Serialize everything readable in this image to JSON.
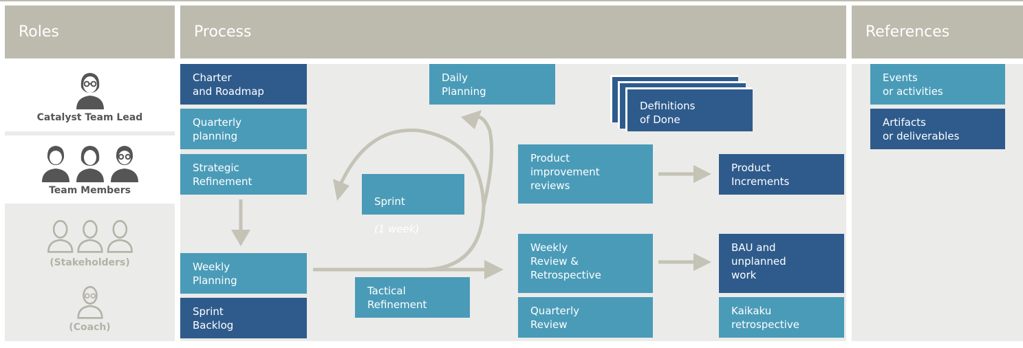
{
  "headers": {
    "roles": "Roles",
    "process": "Process",
    "references": "References"
  },
  "roles": [
    {
      "name": "Catalyst Team Lead"
    },
    {
      "name": "Team Members"
    },
    {
      "name": "(Stakeholders)"
    },
    {
      "name": "(Coach)"
    }
  ],
  "process": {
    "charter": "Charter\nand Roadmap",
    "quarterly_planning": "Quarterly\nplanning",
    "strategic_refinement": "Strategic\nRefinement",
    "weekly_planning": "Weekly\nPlanning",
    "sprint_backlog": "Sprint\nBacklog",
    "daily_planning": "Daily\nPlanning",
    "sprint_title": "Sprint",
    "sprint_duration": "(1 week)",
    "tactical_refinement": "Tactical\nRefinement",
    "definitions_of_done": "Definitions\nof Done",
    "product_improvement_reviews": "Product\nimprovement\nreviews",
    "product_increments": "Product\nIncrements",
    "weekly_review": "Weekly\nReview &\nRetrospective",
    "quarterly_review": "Quarterly\nReview",
    "bau": "BAU and\nunplanned\nwork",
    "kaikaku": "Kaikaku\nretrospective"
  },
  "references": {
    "events": "Events\nor activities",
    "artifacts": "Artifacts\nor deliverables"
  },
  "colors": {
    "header_bg": "#bcbbae",
    "event": "#4a9bb8",
    "artifact": "#2e5b8c",
    "arrow": "#c4c3b6",
    "role_dark": "#555555",
    "role_light": "#b3b2a6"
  },
  "icons": {
    "lead": "person-glasses-icon",
    "members": "people-group-icon",
    "stakeholders": "people-group-icon",
    "coach": "person-glasses-icon"
  }
}
